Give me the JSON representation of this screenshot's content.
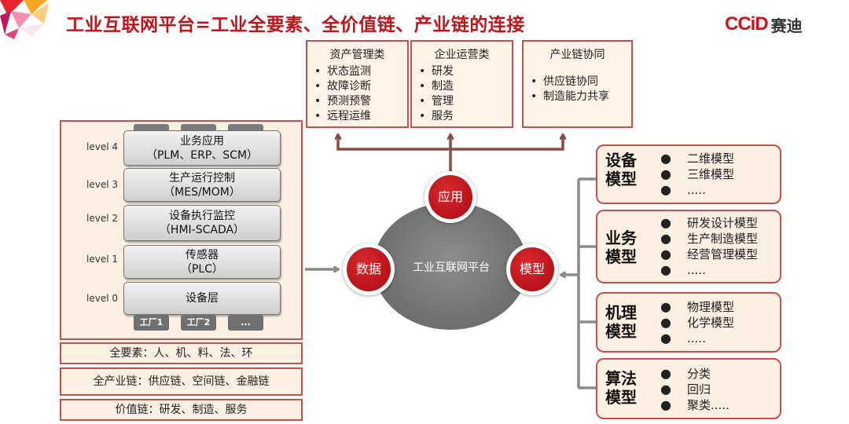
{
  "title": "工业互联网平台=工业全要素、全价值链、产业链的连接",
  "logo": {
    "en": "CCiD",
    "cn": "赛迪"
  },
  "top_boxes": [
    {
      "title": "资产管理类",
      "items": [
        "状态监测",
        "故障诊断",
        "预测预警",
        "远程运维"
      ]
    },
    {
      "title": "企业运营类",
      "items": [
        "研发",
        "制造",
        "管理",
        "服务"
      ]
    },
    {
      "title": "产业链协同",
      "items": [
        "供应链协同",
        "制造能力共享"
      ]
    }
  ],
  "levels": [
    {
      "label": "level 4",
      "name": "业务应用",
      "sub": "（PLM、ERP、SCM）"
    },
    {
      "label": "level 3",
      "name": "生产运行控制",
      "sub": "（MES/MOM）"
    },
    {
      "label": "level 2",
      "name": "设备执行监控",
      "sub": "（HMI-SCADA）"
    },
    {
      "label": "level 1",
      "name": "传感器",
      "sub": "（PLC）"
    },
    {
      "label": "level 0",
      "name": "设备层",
      "sub": ""
    }
  ],
  "factories": [
    "工厂1",
    "工厂2",
    "..."
  ],
  "bottom_bars": [
    "全要素：人、机、料、法、环",
    "全产业链：供应链、空间链、金融链",
    "价值链：研发、制造、服务"
  ],
  "center": {
    "platform": "工业互联网平台",
    "app": "应用",
    "data": "数据",
    "model": "模型"
  },
  "models": [
    {
      "name": "设备模型",
      "items": [
        "二维模型",
        "三维模型",
        "....."
      ]
    },
    {
      "name": "业务模型",
      "items": [
        "研发设计模型",
        "生产制造模型",
        "经营管理模型",
        "....."
      ]
    },
    {
      "name": "机理模型",
      "items": [
        "物理模型",
        "化学模型",
        "....."
      ]
    },
    {
      "name": "算法模型",
      "items": [
        "分类",
        "回归",
        "聚类....."
      ]
    }
  ],
  "colors": {
    "title": "#c0141a",
    "border": "#c8504a",
    "fill": "#fdefe2",
    "node": "#c0141a",
    "connector": "#8a4a47"
  }
}
